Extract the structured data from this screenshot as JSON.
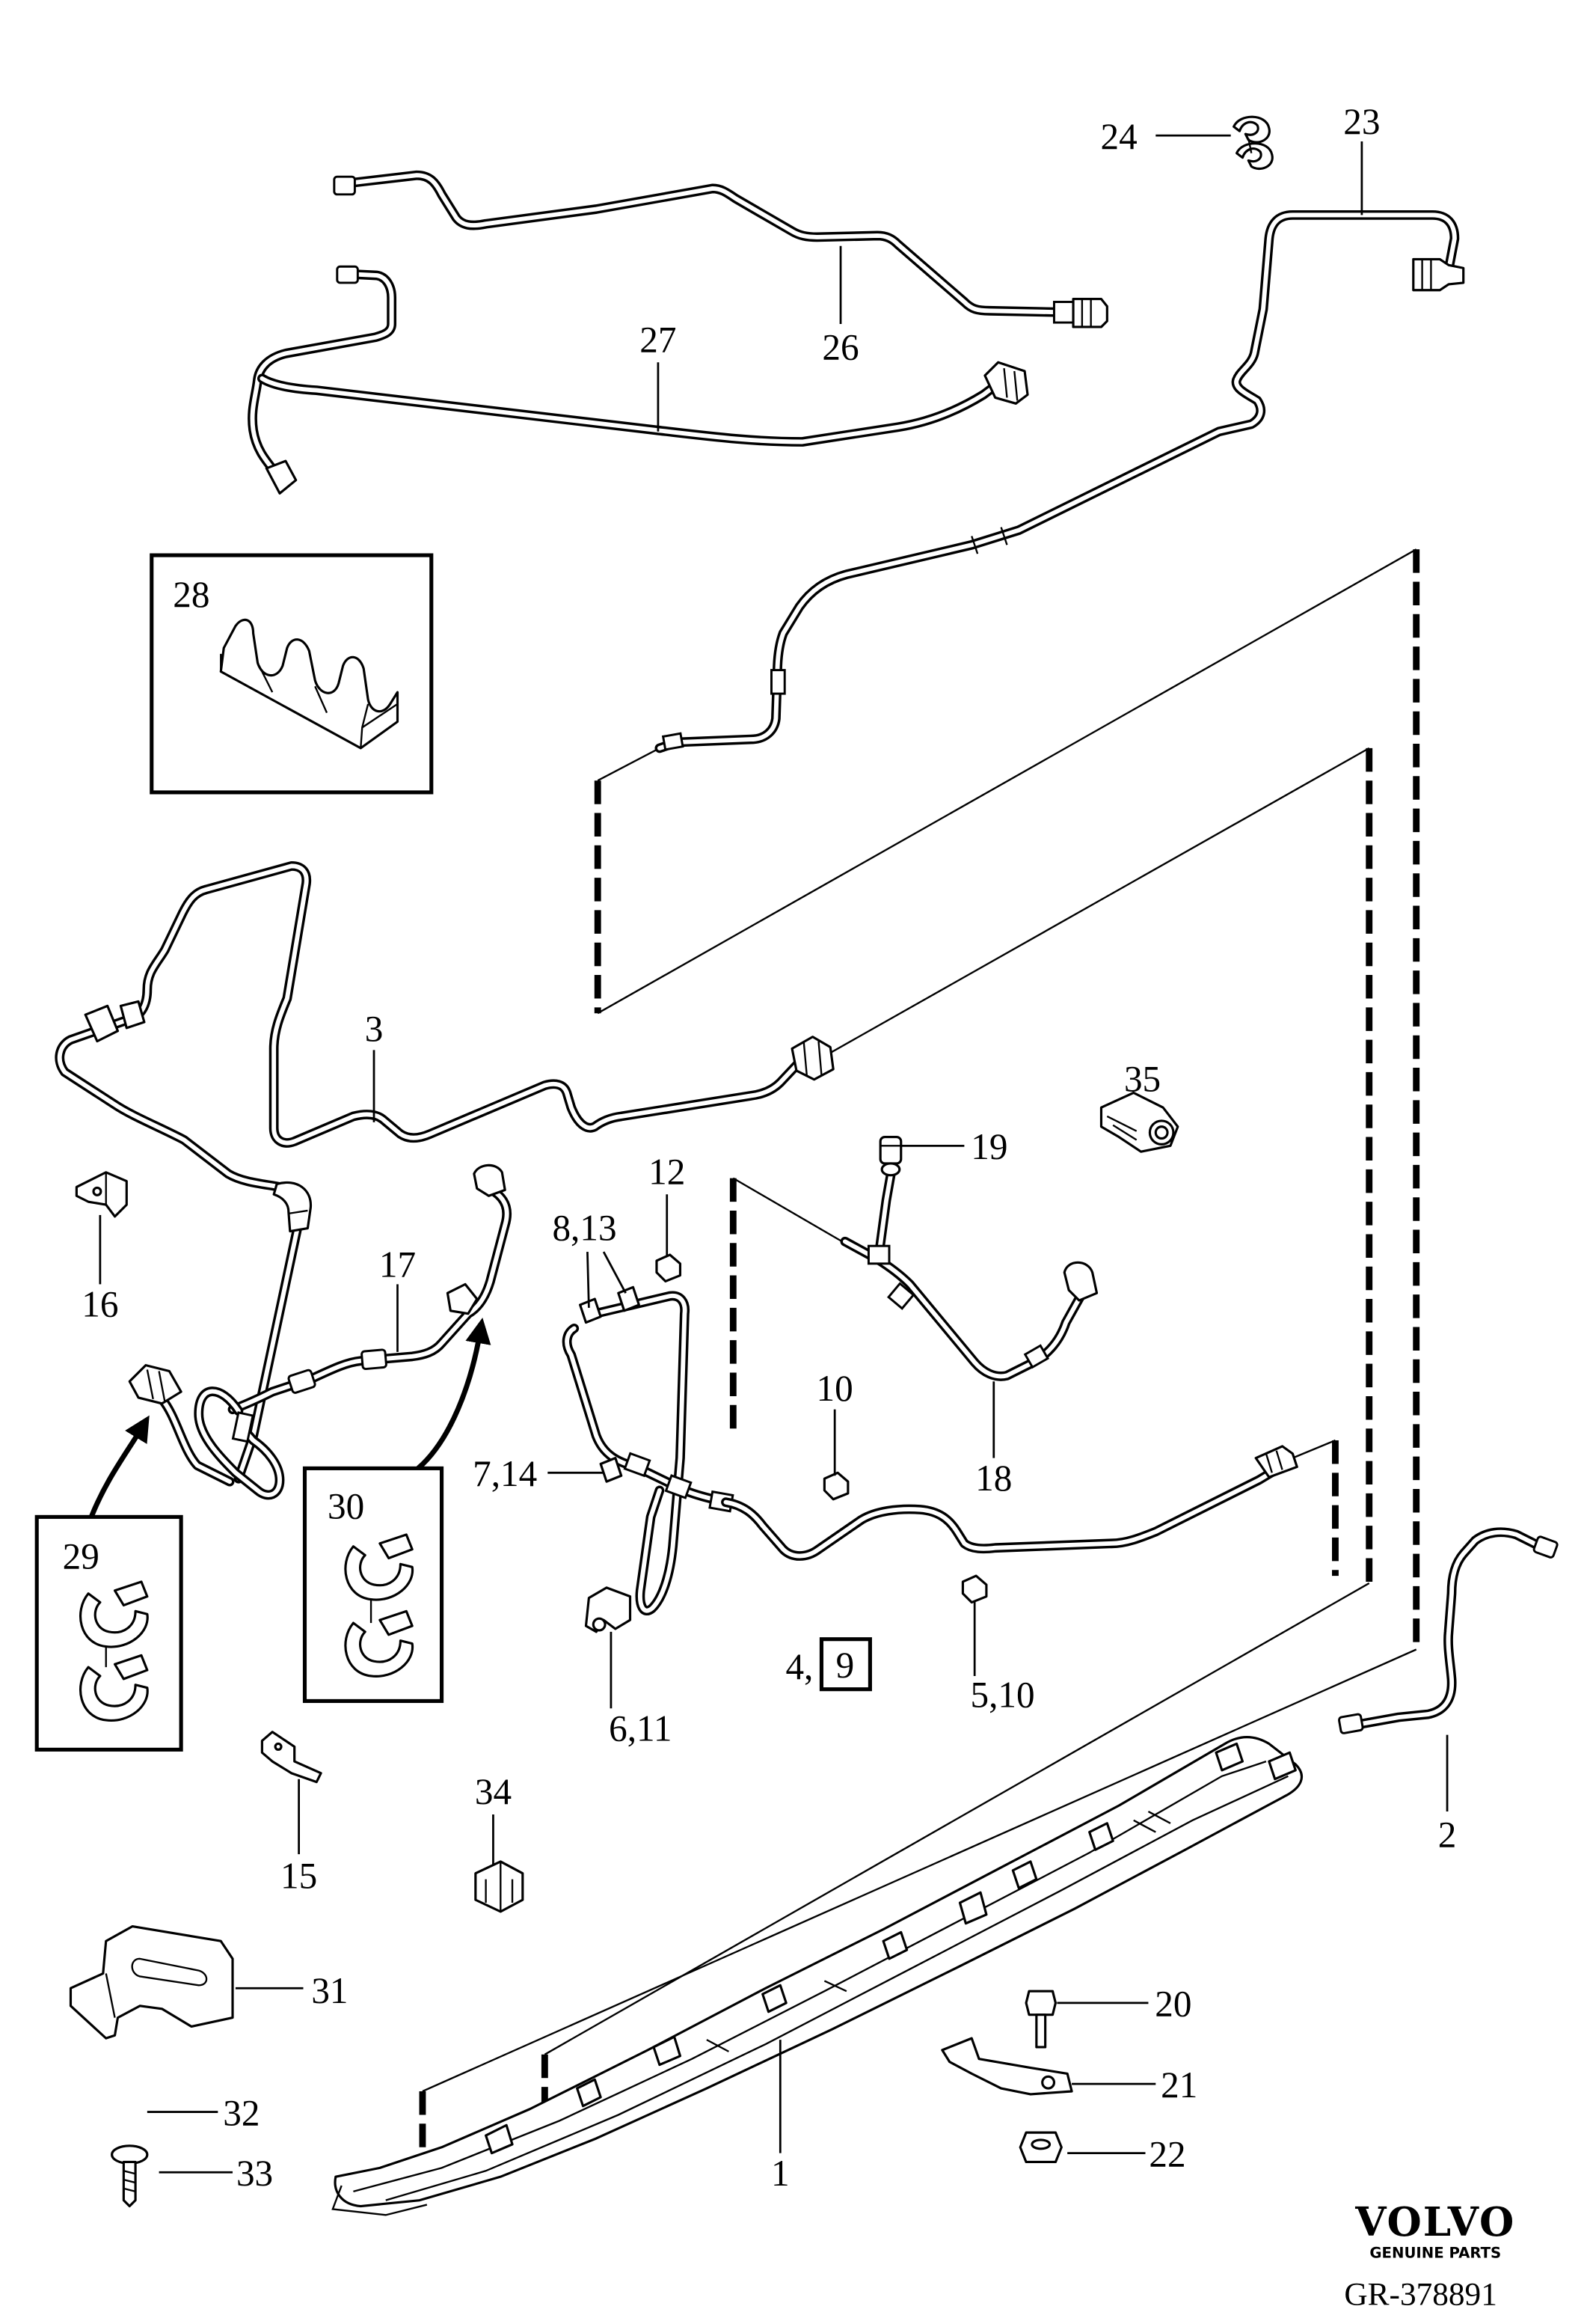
{
  "diagram": {
    "callouts": {
      "part_24": "24",
      "part_23": "23",
      "part_27": "27",
      "part_26": "26",
      "part_28": "28",
      "part_3": "3",
      "part_35": "35",
      "part_19": "19",
      "part_12": "12",
      "part_8_13": "8,13",
      "part_16": "16",
      "part_17": "17",
      "part_10": "10",
      "part_18": "18",
      "part_7_14": "7,14",
      "part_30": "30",
      "part_29": "29",
      "part_4": "4,",
      "part_9": "9",
      "part_5_10": "5,10",
      "part_6_11": "6,11",
      "part_15": "15",
      "part_34": "34",
      "part_2": "2",
      "part_31": "31",
      "part_20": "20",
      "part_21": "21",
      "part_1": "1",
      "part_32": "32",
      "part_33": "33",
      "part_22": "22"
    },
    "brand": {
      "name": "VOLVO",
      "tagline": "GENUINE PARTS"
    },
    "reference": "GR-378891",
    "colors": {
      "line": "#000000",
      "background": "#ffffff"
    }
  }
}
